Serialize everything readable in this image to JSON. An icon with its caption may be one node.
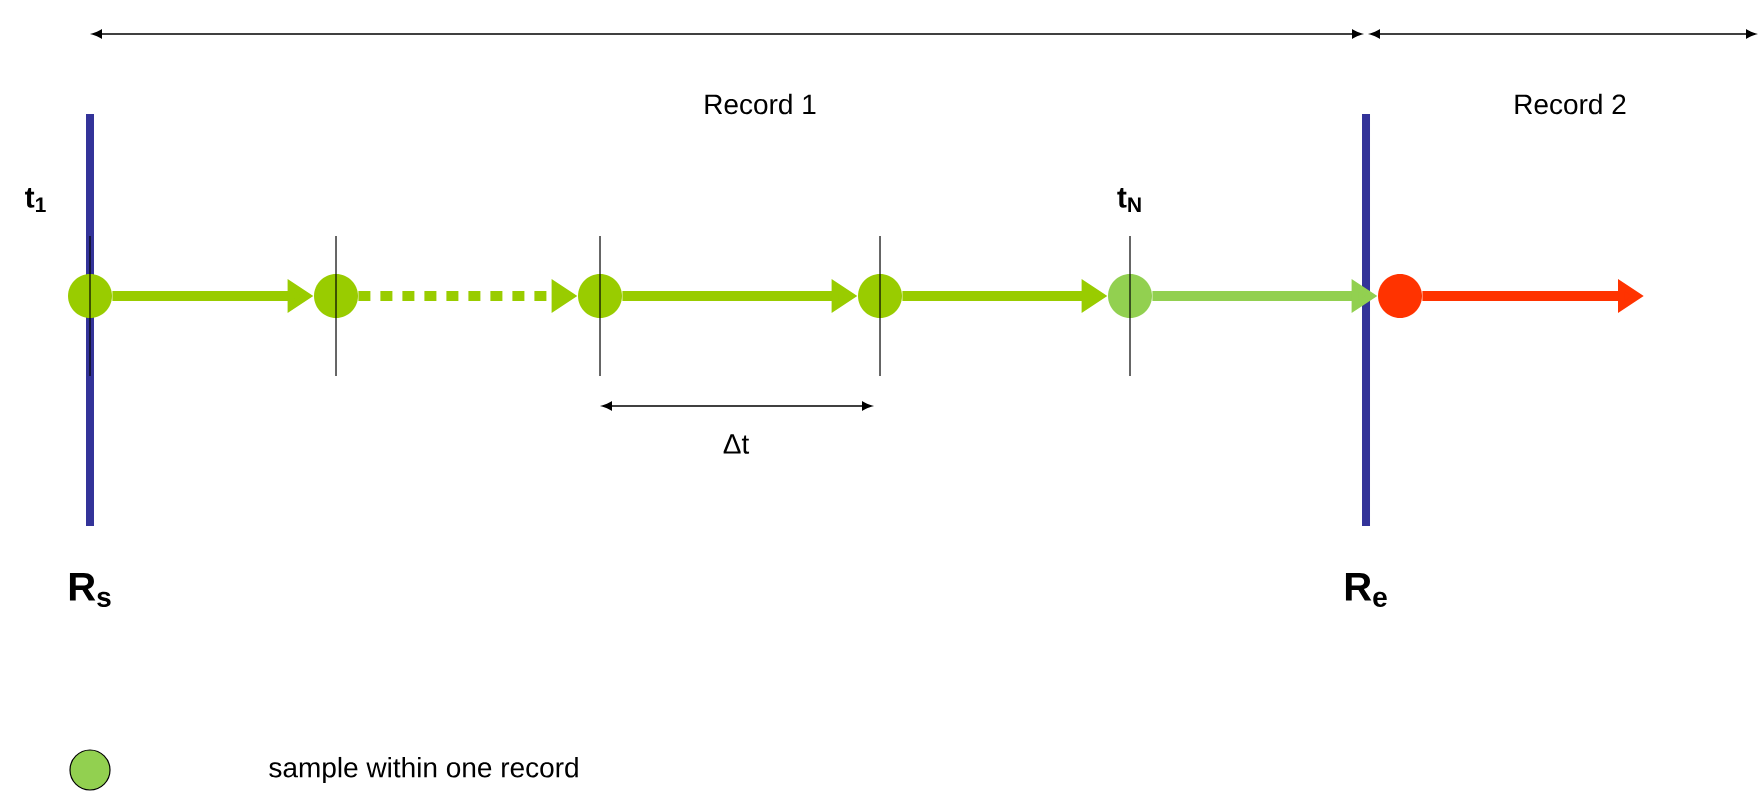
{
  "diagram": {
    "nodes": [
      {
        "text": [],
        "shape": "circle"
      },
      {
        "text": [],
        "shape": "circle"
      },
      {
        "text": [],
        "shape": "circle"
      },
      {
        "text": [],
        "shape": "circle"
      },
      {
        "text": [],
        "shape": "circle"
      },
      {
        "text": [],
        "shape": "circle"
      }
    ],
    "edges": [
      {
        "from": 0,
        "to": 1,
        "arrow": "to"
      },
      {
        "from": 1,
        "to": 2,
        "arrow": "to",
        "style": "dashed"
      },
      {
        "from": 2,
        "to": 3,
        "arrow": "to"
      },
      {
        "from": 3,
        "to": 4,
        "arrow": "to"
      },
      {
        "from": 4,
        "to": 5,
        "arrow": "to",
        "color": "#92d050"
      },
      {
        "from": 5,
        "to": null,
        "arrow": "to",
        "color": "#ff3300"
      }
    ],
    "labels": [
      "Record 1",
      "Record 2",
      "t$_{1}$",
      "t$_{N}$",
      "Δt",
      "R$_{s}$",
      "R$_{e}$"
    ],
    "legend": [
      {
        "text": "sample within one record",
        "color": "#92d050"
      }
    ]
  }
}
